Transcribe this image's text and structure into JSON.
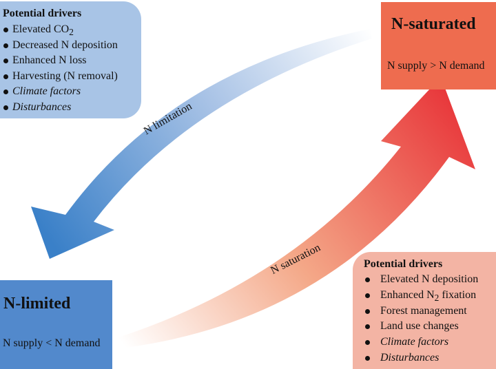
{
  "limitation_drivers": {
    "heading": "Potential drivers",
    "items": [
      {
        "text": "Elevated CO",
        "sub": "2",
        "italic": false
      },
      {
        "text": "Decreased N deposition",
        "italic": false
      },
      {
        "text": "Enhanced N loss",
        "italic": false
      },
      {
        "text": "Harvesting (N removal)",
        "italic": false
      },
      {
        "text": "Climate factors",
        "italic": true
      },
      {
        "text": "Disturbances",
        "italic": true
      }
    ]
  },
  "saturation_drivers": {
    "heading": "Potential drivers",
    "items": [
      {
        "text": "Elevated N deposition",
        "italic": false
      },
      {
        "pre": "Enhanced N",
        "sub": "2",
        "post": " fixation",
        "italic": false
      },
      {
        "text": "Forest management",
        "italic": false
      },
      {
        "text": "Land use changes",
        "italic": false
      },
      {
        "text": "Climate factors",
        "italic": true
      },
      {
        "text": "Disturbances",
        "italic": true
      }
    ]
  },
  "n_saturated": {
    "title": "N-saturated",
    "condition": "N supply > N demand"
  },
  "n_limited": {
    "title": "N-limited",
    "condition": "N supply < N demand"
  },
  "arrows": {
    "limitation_label": "N limitation",
    "saturation_label": "N saturation"
  },
  "colors": {
    "limitation_box": "#a8c4e6",
    "saturation_box": "#f3b4a4",
    "n_saturated_box": "#ee6c4f",
    "n_limited_box": "#5289cc",
    "blue_arrow": "#3a80c8",
    "red_arrow": "#e8403a"
  }
}
